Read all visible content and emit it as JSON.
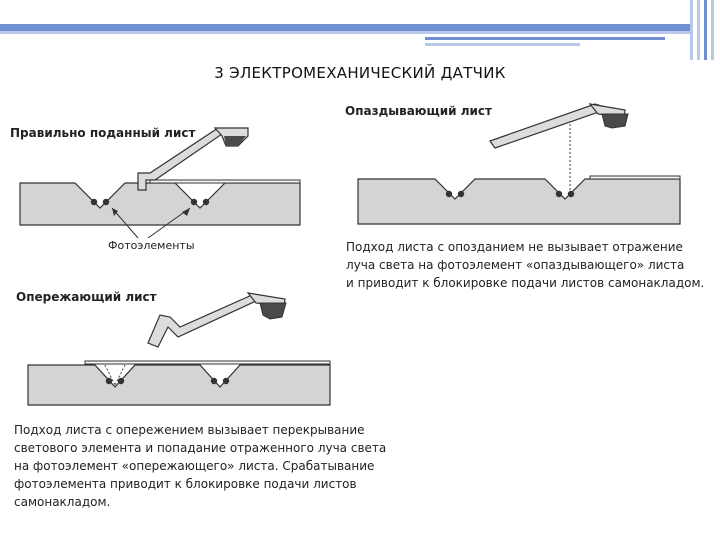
{
  "slide": {
    "title": "3 ЭЛЕКТРОМЕХАНИЧЕСКИЙ ДАТЧИК"
  },
  "figures": {
    "correct": {
      "label": "Правильно поданный лист",
      "photocells_label": "Фотоэлементы"
    },
    "late": {
      "label": "Опаздывающий лист",
      "caption": [
        "Подход листа с опозданием не вызывает отражение",
        "луча света на фотоэлемент «опаздывающего» листа",
        "и приводит к блокировке подачи листов самонакладом."
      ]
    },
    "early": {
      "label": "Опережающий лист",
      "caption": [
        "Подход листа с опережением вызывает перекрывание",
        "светового элемента и попадание отраженного луча света",
        "на фотоэлемент «опережающего» листа. Срабатывание",
        "фотоэлемента приводит к блокировке подачи листов",
        "самонакладом."
      ]
    }
  },
  "colors": {
    "accent_blue": "#6f8fd1",
    "accent_light": "#b7c8ea",
    "plate_fill": "#d4d4d4",
    "line": "#333333",
    "sensor_dark": "#4a4a4a"
  }
}
